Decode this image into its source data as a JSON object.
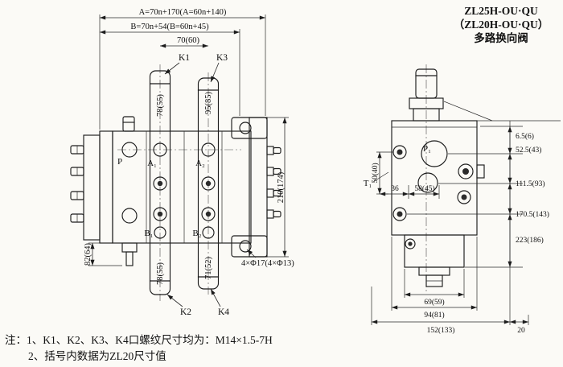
{
  "title": {
    "line1": "ZL25H-OU·QU",
    "line2": "（ZL20H-OU·QU）",
    "line3": "多路换向阀"
  },
  "notes": {
    "line1": "注：1、K1、K2、K3、K4口螺纹尺寸均为：M14×1.5-7H",
    "line2": "2、括号内数据为ZL20尺寸值"
  },
  "front_view": {
    "dim_a": "A=70n+170(A=60n+140)",
    "dim_b": "B=70n+54(B=60n+45)",
    "dim_70": "70(60)",
    "label_k1": "K1",
    "label_k2": "K2",
    "label_k3": "K3",
    "label_k4": "K4",
    "dim_78_top": "78(55)",
    "dim_95": "95(85)",
    "dim_210": "210(174)",
    "dim_82": "82(64)",
    "dim_78_bottom": "78(55)",
    "dim_71": "71(52)",
    "dim_holes": "4×Φ17(4×Φ13)",
    "port_p": "P",
    "port_a1": "A₁",
    "port_a2": "A₂",
    "port_b1": "B₁",
    "port_b2": "B₂"
  },
  "side_view": {
    "dim_6_5": "6.5(6)",
    "dim_52_5": "52.5(43)",
    "dim_111_5": "111.5(93)",
    "dim_170_5": "170.5(143)",
    "dim_223": "223(186)",
    "dim_50": "50(40)",
    "dim_36": "36",
    "dim_58": "58(45)",
    "dim_69": "69(59)",
    "dim_94": "94(81)",
    "dim_152": "152(133)",
    "dim_20": "20",
    "port_p1": "P₁",
    "port_t1": "T₁"
  }
}
